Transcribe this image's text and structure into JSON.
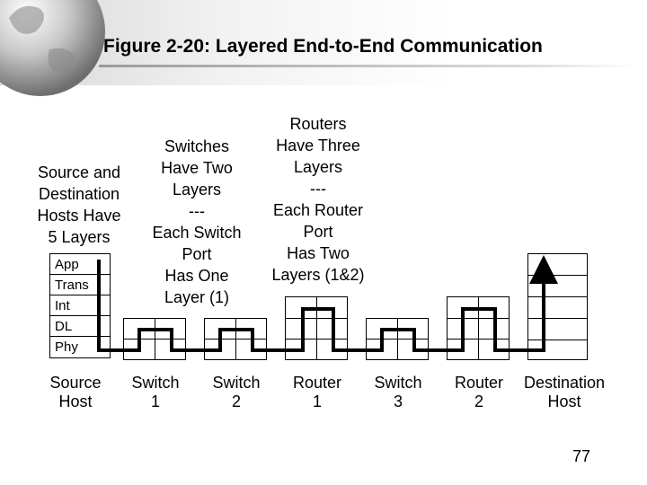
{
  "title": "Figure 2-20: Layered End-to-End Communication",
  "hosts_note": [
    "Source and",
    "Destination",
    "Hosts Have",
    "5 Layers"
  ],
  "switches_note": [
    "Switches",
    "Have Two",
    "Layers",
    "---",
    "Each Switch",
    "Port",
    "Has One",
    "Layer (1)"
  ],
  "routers_note": [
    "Routers",
    "Have Three",
    "Layers",
    "---",
    "Each Router",
    "Port",
    "Has Two",
    "Layers (1&2)"
  ],
  "layers": [
    "App",
    "Trans",
    "Int",
    "DL",
    "Phy"
  ],
  "devices": [
    {
      "line1": "Source",
      "line2": "Host"
    },
    {
      "line1": "Switch",
      "line2": "1"
    },
    {
      "line1": "Switch",
      "line2": "2"
    },
    {
      "line1": "Router",
      "line2": "1"
    },
    {
      "line1": "Switch",
      "line2": "3"
    },
    {
      "line1": "Router",
      "line2": "2"
    },
    {
      "line1": "Destination",
      "line2": "Host"
    }
  ],
  "page_number": "77"
}
